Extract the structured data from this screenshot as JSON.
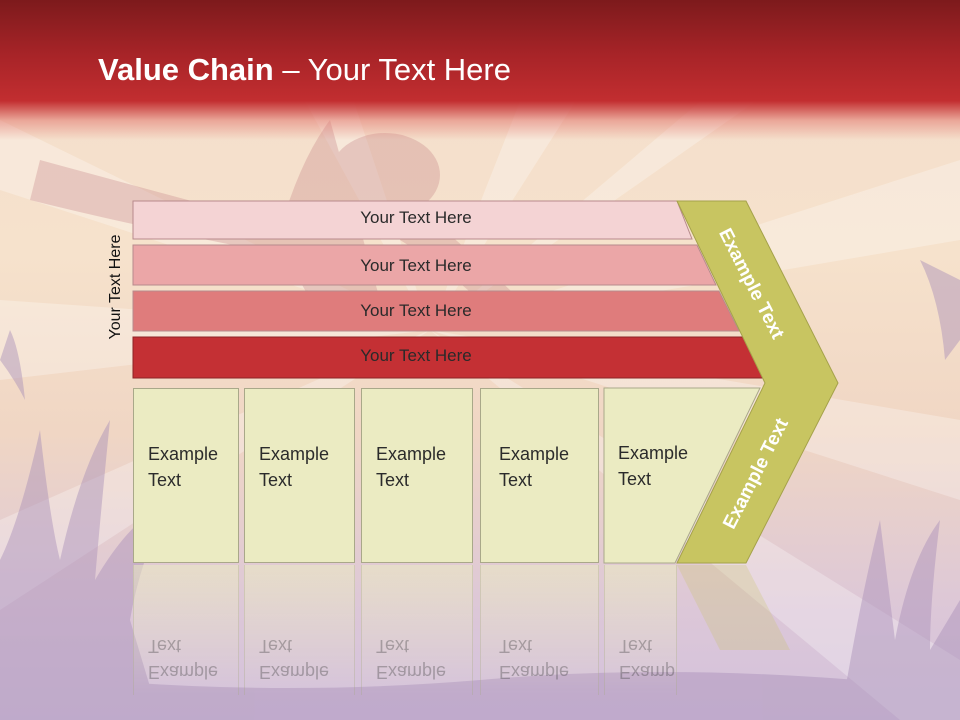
{
  "slide": {
    "title_bold": "Value Chain",
    "title_rest": " – Your Text Here",
    "side_label": "Your Text Here"
  },
  "bars": [
    {
      "label": "Your Text Here",
      "fill": "#f4d3d4"
    },
    {
      "label": "Your Text Here",
      "fill": "#eba6a7"
    },
    {
      "label": "Your Text Here",
      "fill": "#df7c7c"
    },
    {
      "label": "Your Text Here",
      "fill": "#c43034"
    }
  ],
  "boxes": [
    {
      "line1": "Example",
      "line2": "Text"
    },
    {
      "line1": "Example",
      "line2": "Text"
    },
    {
      "line1": "Example",
      "line2": "Text"
    },
    {
      "line1": "Example",
      "line2": "Text"
    },
    {
      "line1": "Example",
      "line2": "Text"
    }
  ],
  "chevron": {
    "upper_text": "Example Text",
    "lower_text": "Example Text",
    "fill": "#c8c561"
  },
  "colors": {
    "header": "#b8272b",
    "box_fill": "#ebebc2"
  }
}
